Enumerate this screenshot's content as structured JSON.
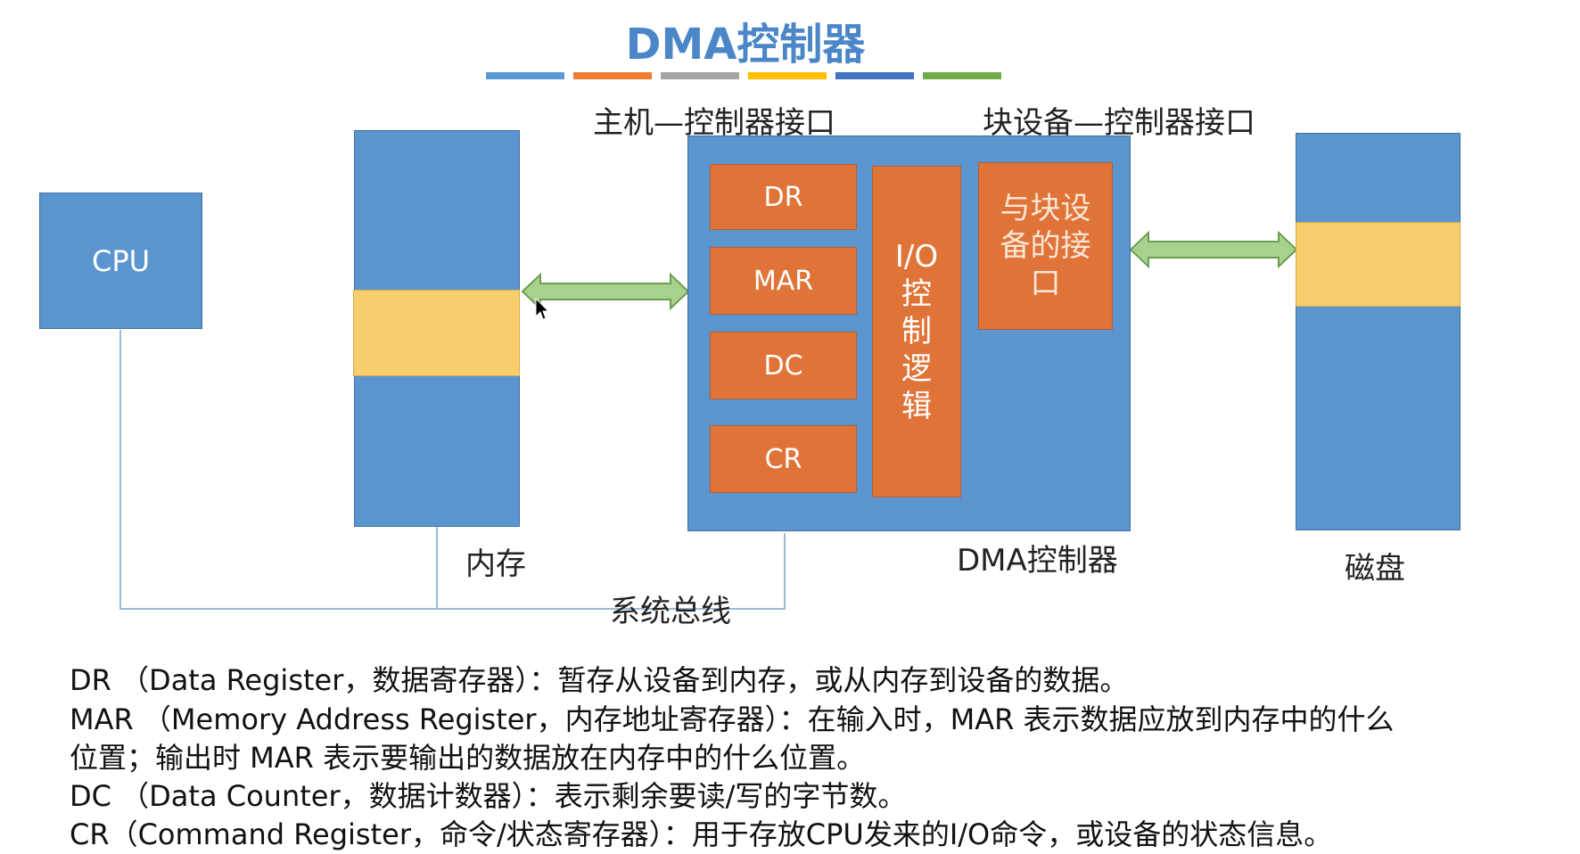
{
  "title": "DMA控制器",
  "title_bar_colors": [
    "#5b9bd5",
    "#ed7d31",
    "#a5a5a5",
    "#ffc000",
    "#4472c4",
    "#70ad47"
  ],
  "diagram": {
    "host_interface_label": "主机—控制器接口",
    "device_interface_label": "块设备—控制器接口",
    "cpu_label": "CPU",
    "memory_label": "内存",
    "bus_label": "系统总线",
    "dma_label": "DMA控制器",
    "disk_label": "磁盘",
    "registers": [
      "DR",
      "MAR",
      "DC",
      "CR"
    ],
    "io_logic_label": "I/O\n控\n制\n逻\n辑",
    "device_port_label": "与块设\n备的接\n口"
  },
  "legend": [
    "DR （Data Register，数据寄存器）：暂存从设备到内存，或从内存到设备的数据。",
    "MAR （Memory Address Register，内存地址寄存器）：在输入时，MAR 表示数据应放到内存中的什么",
    "位置；输出时 MAR 表示要输出的数据放在内存中的什么位置。",
    "DC （Data Counter，数据计数器）：表示剩余要读/写的字节数。",
    "CR（Command Register，命令/状态寄存器）：用于存放CPU发来的I/O命令，或设备的状态信息。"
  ],
  "colors": {
    "box_blue": "#5b95d0",
    "box_orange": "#e07438",
    "box_yellow": "#f8cd6d",
    "arrow_green": "#a9d18e",
    "bus_line": "#9dbbd6",
    "title_blue": "#4a86c8"
  }
}
